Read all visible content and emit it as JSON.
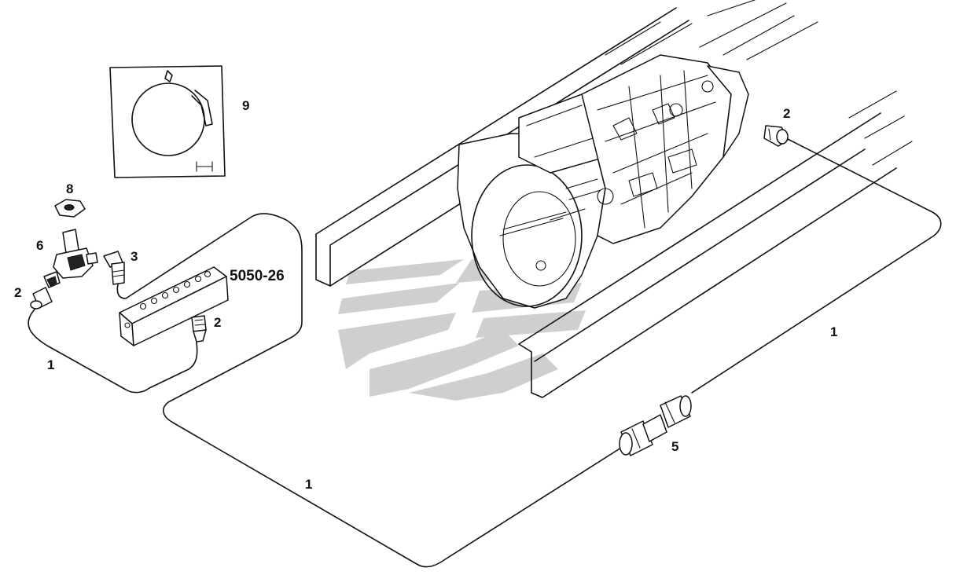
{
  "callouts": {
    "c9": "9",
    "c8": "8",
    "c6": "6",
    "c3": "3",
    "c2_left": "2",
    "c2_block": "2",
    "c2_right": "2",
    "c1_left": "1",
    "c1_bottom": "1",
    "c1_right": "1",
    "c5": "5",
    "block_part": "5050-26"
  },
  "colors": {
    "ink": "#111111",
    "watermark": "#cfcfcf",
    "background": "#ffffff"
  },
  "icons": {
    "watermark": "stylized-arrow-logo-watermark"
  }
}
